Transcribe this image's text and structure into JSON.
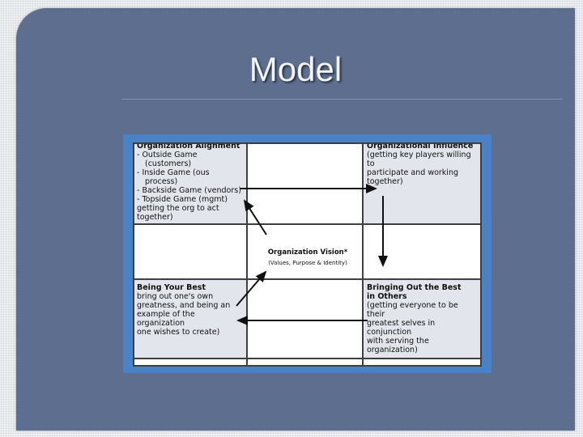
{
  "slide": {
    "title": "Model"
  },
  "diagram": {
    "top_left": {
      "heading": "Organization Alignment",
      "lines": [
        "- Outside Game",
        "  (customers)",
        "- Inside Game (ous",
        "  process)",
        "- Backside Game (vendors)",
        "- Topside Game (mgmt)",
        "getting the org to act",
        "together)"
      ]
    },
    "top_right": {
      "heading": "Organizational Influence",
      "lines": [
        "(getting key players willing to",
        "participate and working",
        "together)"
      ]
    },
    "center": {
      "heading": "Organization Vision*",
      "sub": "(Values, Purpose & Identity)"
    },
    "bottom_left": {
      "heading": "Being Your Best",
      "lines": [
        "bring out one's own",
        "greatness, and being an",
        "example of the organization",
        "one wishes to create)"
      ]
    },
    "bottom_right": {
      "heading": "Bringing Out the Best in Others",
      "lines": [
        "(getting everyone to be their",
        "greatest selves in conjunction",
        "with serving the organization)"
      ]
    }
  },
  "colors": {
    "slide_bg": "#5d6e8e",
    "frame_blue": "#4a82c7",
    "cell_gray": "#e3e5ec"
  }
}
